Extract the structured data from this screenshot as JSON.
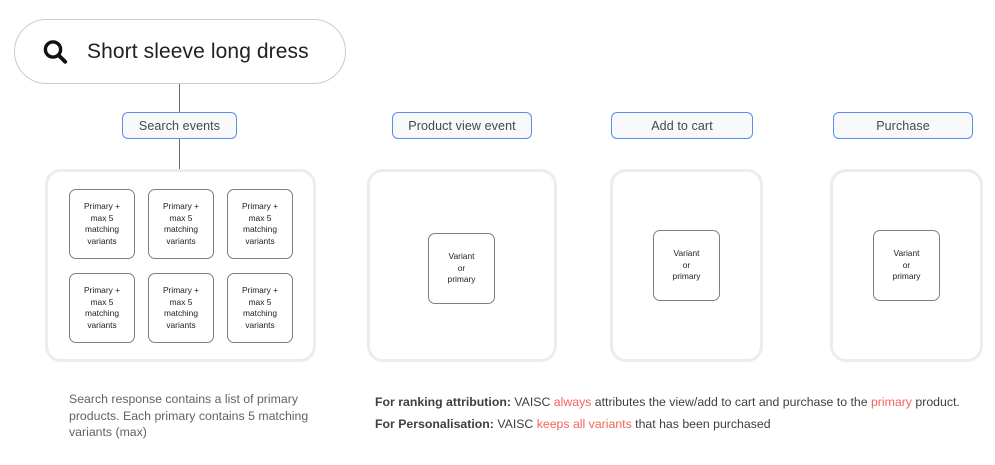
{
  "search": {
    "icon": "search-icon",
    "query": "Short sleeve long dress"
  },
  "labels": {
    "search_events": "Search events",
    "product_view_event": "Product view event",
    "add_to_cart": "Add to cart",
    "purchase": "Purchase"
  },
  "cards": {
    "primary_card_text": "Primary +\nmax 5\nmatching\nvariants",
    "variant_card_text": "Variant\nor\nprimary",
    "primary_cards": [
      "Primary +\nmax 5\nmatching\nvariants",
      "Primary +\nmax 5\nmatching\nvariants",
      "Primary +\nmax 5\nmatching\nvariants",
      "Primary +\nmax 5\nmatching\nvariants",
      "Primary +\nmax 5\nmatching\nvariants",
      "Primary +\nmax 5\nmatching\nvariants"
    ]
  },
  "notes": {
    "left": "Search response contains a list of primary products. Each primary contains 5 matching variants (max)",
    "ranking": {
      "label": "For ranking attribution:",
      "part1": " VAISC ",
      "highlight1": "always",
      "part2": " attributes the view/add to cart and purchase to the ",
      "highlight2": "primary",
      "part3": " product."
    },
    "personalisation": {
      "label": "For Personalisation:",
      "part1": " VAISC ",
      "highlight1": "keeps all variants",
      "part2": " that has been purchased"
    }
  },
  "colors": {
    "label_border_blue": "#5b8def",
    "highlight_red": "#f2645a",
    "panel_border_gray": "#ececec",
    "card_border_gray": "#7b8085"
  }
}
